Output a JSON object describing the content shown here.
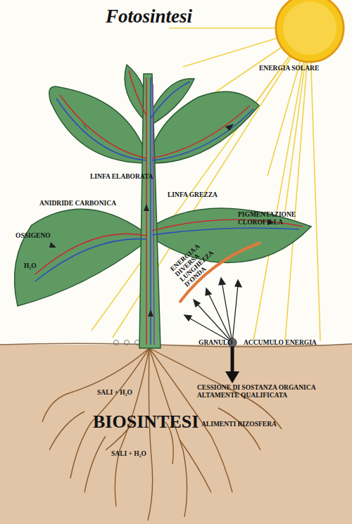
{
  "diagram": {
    "title": "Fotosintesi",
    "labels": [
      "ENERGIA SOLARE",
      "LINFA ELABORATA",
      "LINFA GREZZA",
      "ANIDRIDE CARBONICA",
      "PIGMENTAZIONE CLOROFILLA",
      "OSSIGENO",
      "H₂O",
      "ENERGIA A DIVERSA LUNGHEZZA D'ONDA",
      "GRANULO",
      "ACCUMULO ENERGIA",
      "CESSIONE DI SOSTANZA ORGANICA ALTAMENTE QUALIFICATA",
      "SALI + H₂O",
      "BIOSINTESI",
      "ALIMENTI RIZOSFERA",
      "SALI + H₂O"
    ]
  }
}
